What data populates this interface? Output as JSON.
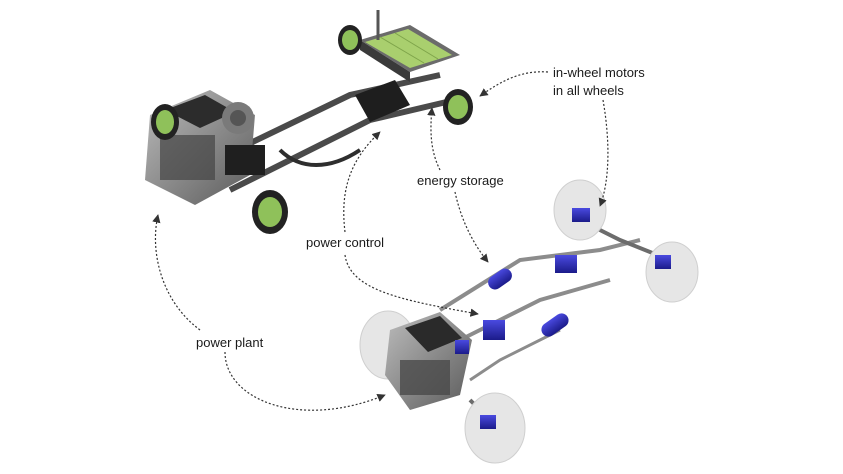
{
  "labels": {
    "in_wheel_motors_line1": "in-wheel motors",
    "in_wheel_motors_line2": "in all wheels",
    "energy_storage": "energy storage",
    "power_control": "power control",
    "power_plant": "power plant"
  },
  "colors": {
    "background": "#ffffff",
    "arrow": "#333333",
    "chassis_dark": "#3a3a3a",
    "chassis_light": "#9a9a9a",
    "wheel_green": "#8fc15a",
    "battery_green": "#a9cf6e",
    "component_blue": "#2b2bb0",
    "tire_white": "#e6e6e6",
    "pipe_gray": "#8c8c8c"
  },
  "icons": [
    "arrow-head-icon"
  ]
}
